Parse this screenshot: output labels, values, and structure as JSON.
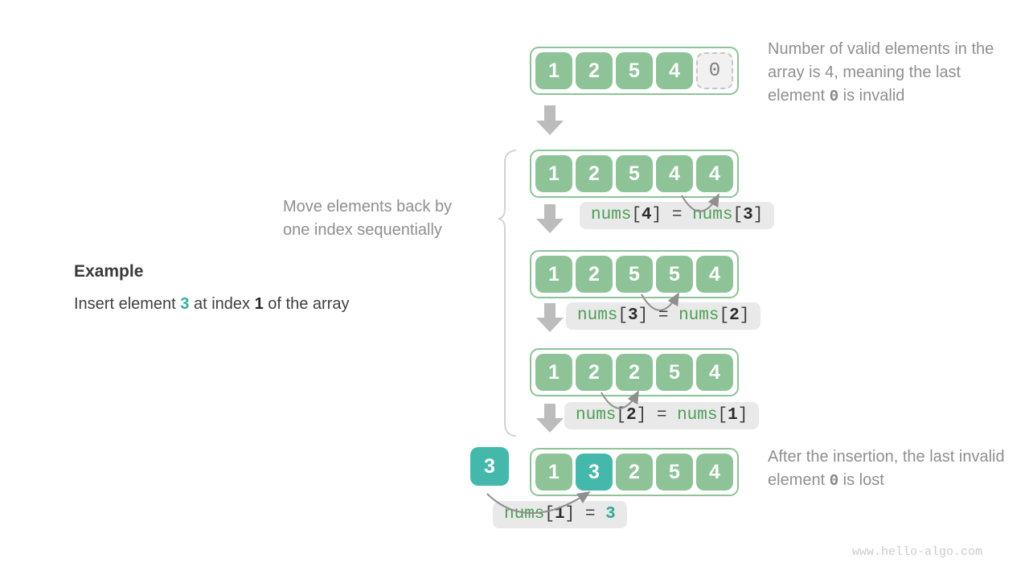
{
  "example": {
    "heading": "Example",
    "text_prefix": "Insert element ",
    "value": "3",
    "text_mid": " at index ",
    "index": "1",
    "text_suffix": " of the array"
  },
  "move_note": "Move elements back by one index sequentially",
  "note_top": {
    "prefix": "Number of valid elements in the array is 4, meaning the last element ",
    "code": "0",
    "suffix": " is invalid"
  },
  "note_bottom": {
    "prefix": "After the insertion, the last invalid element ",
    "code": "0",
    "suffix": " is lost"
  },
  "watermark": "www.hello-algo.com",
  "inserted": {
    "value": "3"
  },
  "arrays": [
    {
      "name": "initial-array",
      "cells": [
        {
          "v": "1",
          "style": "green"
        },
        {
          "v": "2",
          "style": "green"
        },
        {
          "v": "5",
          "style": "green"
        },
        {
          "v": "4",
          "style": "green"
        },
        {
          "v": "0",
          "style": "invalid"
        }
      ]
    },
    {
      "name": "after-move-step-1",
      "cells": [
        {
          "v": "1",
          "style": "green"
        },
        {
          "v": "2",
          "style": "green"
        },
        {
          "v": "5",
          "style": "green"
        },
        {
          "v": "4",
          "style": "green"
        },
        {
          "v": "4",
          "style": "green"
        }
      ]
    },
    {
      "name": "after-move-step-2",
      "cells": [
        {
          "v": "1",
          "style": "green"
        },
        {
          "v": "2",
          "style": "green"
        },
        {
          "v": "5",
          "style": "green"
        },
        {
          "v": "5",
          "style": "green"
        },
        {
          "v": "4",
          "style": "green"
        }
      ]
    },
    {
      "name": "after-move-step-3",
      "cells": [
        {
          "v": "1",
          "style": "green"
        },
        {
          "v": "2",
          "style": "green"
        },
        {
          "v": "2",
          "style": "green"
        },
        {
          "v": "5",
          "style": "green"
        },
        {
          "v": "4",
          "style": "green"
        }
      ]
    },
    {
      "name": "after-insertion",
      "cells": [
        {
          "v": "1",
          "style": "green"
        },
        {
          "v": "3",
          "style": "teal"
        },
        {
          "v": "2",
          "style": "green"
        },
        {
          "v": "5",
          "style": "green"
        },
        {
          "v": "4",
          "style": "green"
        }
      ]
    }
  ],
  "labels": [
    {
      "segments": [
        {
          "t": "nums",
          "s": "fn"
        },
        {
          "t": "[",
          "s": "pl"
        },
        {
          "t": "4",
          "s": "ix"
        },
        {
          "t": "]",
          "s": "pl"
        },
        {
          "t": " = ",
          "s": "pl"
        },
        {
          "t": "nums",
          "s": "fn"
        },
        {
          "t": "[",
          "s": "pl"
        },
        {
          "t": "3",
          "s": "ix"
        },
        {
          "t": "]",
          "s": "pl"
        }
      ]
    },
    {
      "segments": [
        {
          "t": "nums",
          "s": "fn"
        },
        {
          "t": "[",
          "s": "pl"
        },
        {
          "t": "3",
          "s": "ix"
        },
        {
          "t": "]",
          "s": "pl"
        },
        {
          "t": " = ",
          "s": "pl"
        },
        {
          "t": "nums",
          "s": "fn"
        },
        {
          "t": "[",
          "s": "pl"
        },
        {
          "t": "2",
          "s": "ix"
        },
        {
          "t": "]",
          "s": "pl"
        }
      ]
    },
    {
      "segments": [
        {
          "t": "nums",
          "s": "fn"
        },
        {
          "t": "[",
          "s": "pl"
        },
        {
          "t": "2",
          "s": "ix"
        },
        {
          "t": "]",
          "s": "pl"
        },
        {
          "t": " = ",
          "s": "pl"
        },
        {
          "t": "nums",
          "s": "fn"
        },
        {
          "t": "[",
          "s": "pl"
        },
        {
          "t": "1",
          "s": "ix"
        },
        {
          "t": "]",
          "s": "pl"
        }
      ]
    },
    {
      "segments": [
        {
          "t": "nums",
          "s": "fn"
        },
        {
          "t": "[",
          "s": "pl"
        },
        {
          "t": "1",
          "s": "ix"
        },
        {
          "t": "]",
          "s": "pl"
        },
        {
          "t": " = ",
          "s": "pl"
        },
        {
          "t": "3",
          "s": "val"
        }
      ]
    }
  ],
  "colors": {
    "cell_green": "#8dc397",
    "cell_teal": "#44b8ab",
    "label_bg": "#e9e9e9",
    "code_green": "#4c9e55",
    "note_gray": "#8f8f8f",
    "arrow_gray": "#bcbcbc"
  }
}
